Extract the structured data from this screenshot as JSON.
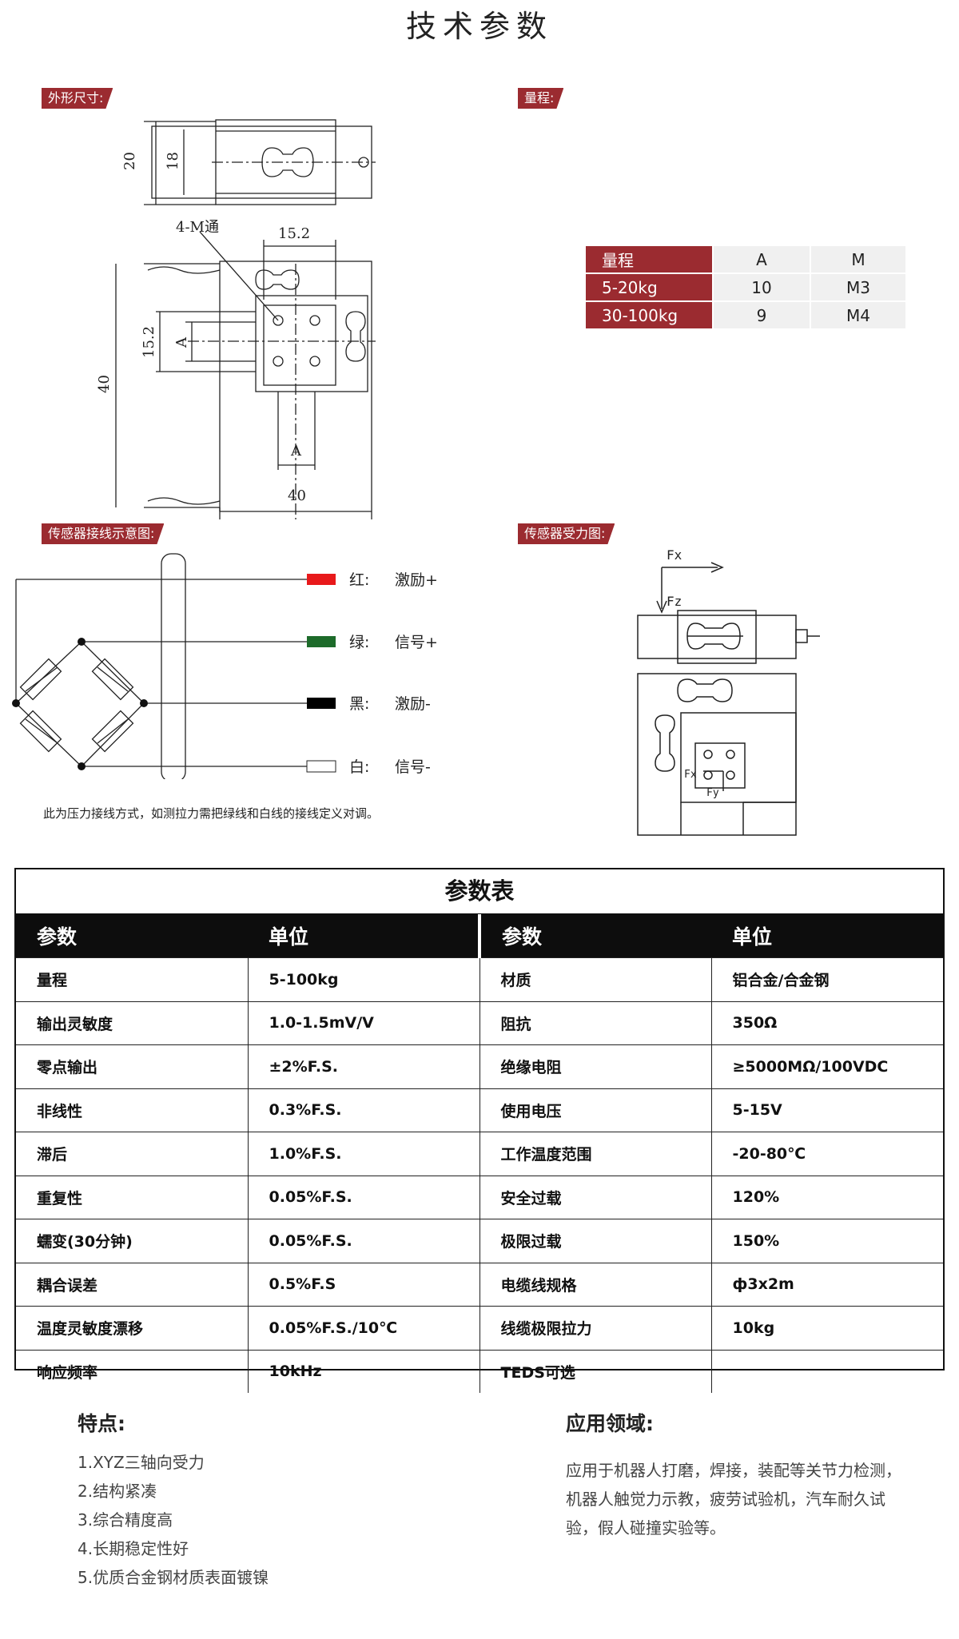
{
  "page_title": "技术参数",
  "tags": {
    "dimensions": "外形尺寸:",
    "range": "量程:",
    "wiring": "传感器接线示意图:",
    "force": "传感器受力图:"
  },
  "dim_labels": {
    "h20": "20",
    "h18": "18",
    "thread": "4-M通",
    "w152_top": "15.2",
    "h40": "40",
    "h152": "15.2",
    "a_left": "A",
    "a_bottom": "A",
    "w40": "40"
  },
  "range_table": {
    "header": [
      "量程",
      "A",
      "M"
    ],
    "rows": [
      [
        "5-20kg",
        "10",
        "M3"
      ],
      [
        "30-100kg",
        "9",
        "M4"
      ]
    ]
  },
  "wiring": {
    "wires": [
      {
        "color_name": "红:",
        "signal": "激励+",
        "color": "#e8191b"
      },
      {
        "color_name": "绿:",
        "signal": "信号+",
        "color": "#1d6b2a"
      },
      {
        "color_name": "黑:",
        "signal": "激励-",
        "color": "#000000"
      },
      {
        "color_name": "白:",
        "signal": "信号-",
        "color": "#ffffff"
      }
    ],
    "note": "此为压力接线方式，如测拉力需把绿线和白线的接线定义对调。"
  },
  "force_labels": {
    "fx_top": "Fx",
    "fz": "Fz",
    "fx_side": "Fx",
    "fy": "Fy"
  },
  "param_table": {
    "title": "参数表",
    "headers": [
      "参数",
      "单位",
      "参数",
      "单位"
    ],
    "rows": [
      [
        "量程",
        "5-100kg",
        "材质",
        "铝合金/合金钢"
      ],
      [
        "输出灵敏度",
        "1.0-1.5mV/V",
        "阻抗",
        "350Ω"
      ],
      [
        "零点输出",
        "±2%F.S.",
        "绝缘电阻",
        "≥5000MΩ/100VDC"
      ],
      [
        "非线性",
        "0.3%F.S.",
        "使用电压",
        "5-15V"
      ],
      [
        "滞后",
        "1.0%F.S.",
        "工作温度范围",
        "-20-80℃"
      ],
      [
        "重复性",
        "0.05%F.S.",
        "安全过载",
        "120%"
      ],
      [
        "蠕变(30分钟)",
        "0.05%F.S.",
        "极限过载",
        "150%"
      ],
      [
        "耦合误差",
        "0.5%F.S",
        "电缆线规格",
        "ф3x2m"
      ],
      [
        "温度灵敏度漂移",
        "0.05%F.S./10℃",
        "线缆极限拉力",
        "10kg"
      ],
      [
        "响应频率",
        "10kHz",
        "TEDS可选",
        ""
      ]
    ]
  },
  "features": {
    "title": "特点:",
    "items": [
      "1.XYZ三轴向受力",
      "2.结构紧凑",
      "3.综合精度高",
      "4.长期稳定性好",
      "5.优质合金钢材质表面镀镍"
    ]
  },
  "application": {
    "title": "应用领域:",
    "text": "应用于机器人打磨，焊接，装配等关节力检测，机器人触觉力示教，疲劳试验机，汽车耐久试验，假人碰撞实验等。"
  }
}
